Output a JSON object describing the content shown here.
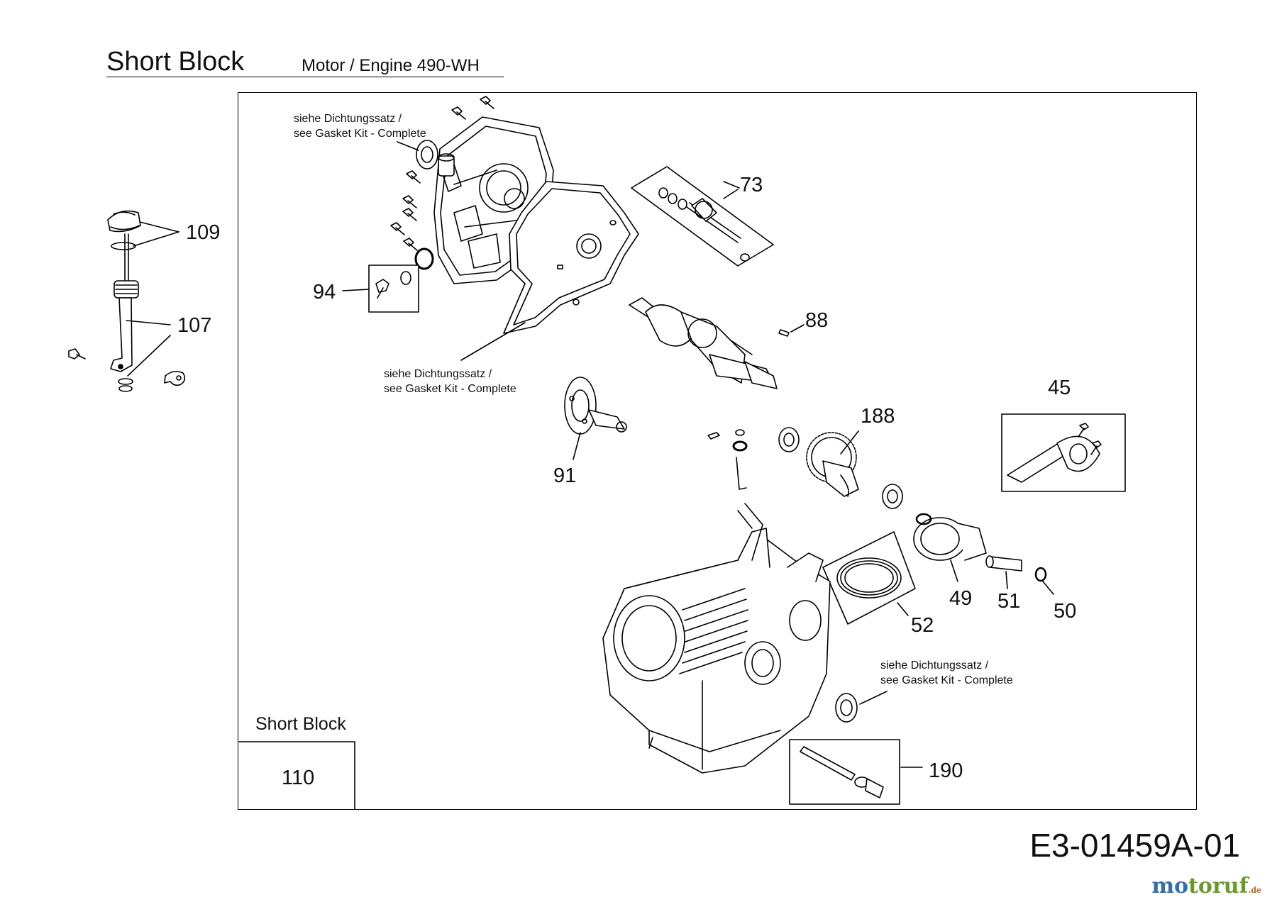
{
  "header": {
    "title": "Short Block",
    "subtitle": "Motor / Engine  490-WH"
  },
  "callouts": {
    "c109": "109",
    "c107": "107",
    "c94": "94",
    "c73": "73",
    "c88": "88",
    "c91": "91",
    "c188": "188",
    "c45": "45",
    "c49": "49",
    "c51": "51",
    "c50": "50",
    "c52": "52",
    "c190": "190"
  },
  "notes": {
    "gasket_line1": "siehe Dichtungssatz /",
    "gasket_line2": "see Gasket Kit - Complete"
  },
  "short_block_box": {
    "label": "Short Block",
    "number": "110"
  },
  "footer": {
    "drawing_code": "E3-01459A-01",
    "watermark_a": "mo",
    "watermark_b": "toruf",
    "watermark_c": ".de"
  }
}
